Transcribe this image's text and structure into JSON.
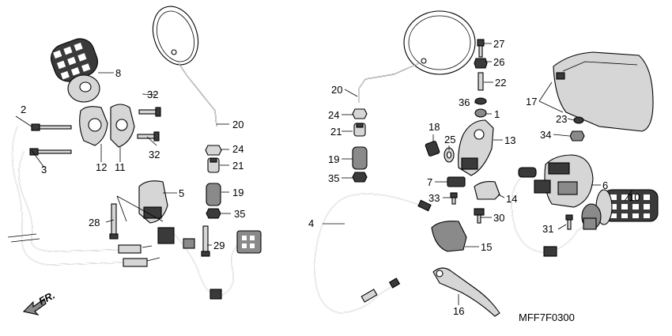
{
  "callouts": {
    "c1": "1",
    "c2": "2",
    "c3": "3",
    "c4": "4",
    "c5": "5",
    "c6": "6",
    "c7": "7",
    "c8": "8",
    "c10": "10",
    "c11": "11",
    "c12": "12",
    "c13": "13",
    "c14": "14",
    "c15": "15",
    "c16": "16",
    "c17": "17",
    "c18": "18",
    "c19_left": "19",
    "c19_right": "19",
    "c20_left": "20",
    "c20_right": "20",
    "c21_left": "21",
    "c21_right": "21",
    "c22": "22",
    "c23": "23",
    "c24_left": "24",
    "c24_right": "24",
    "c25": "25",
    "c26": "26",
    "c27": "27",
    "c28": "28",
    "c29": "29",
    "c30": "30",
    "c31": "31",
    "c32_top": "32",
    "c32_bottom": "32",
    "c33": "33",
    "c34": "34",
    "c35_left": "35",
    "c35_right": "35",
    "c36": "36"
  },
  "direction_label": "FR.",
  "diagram_code": "MFF7F0300"
}
